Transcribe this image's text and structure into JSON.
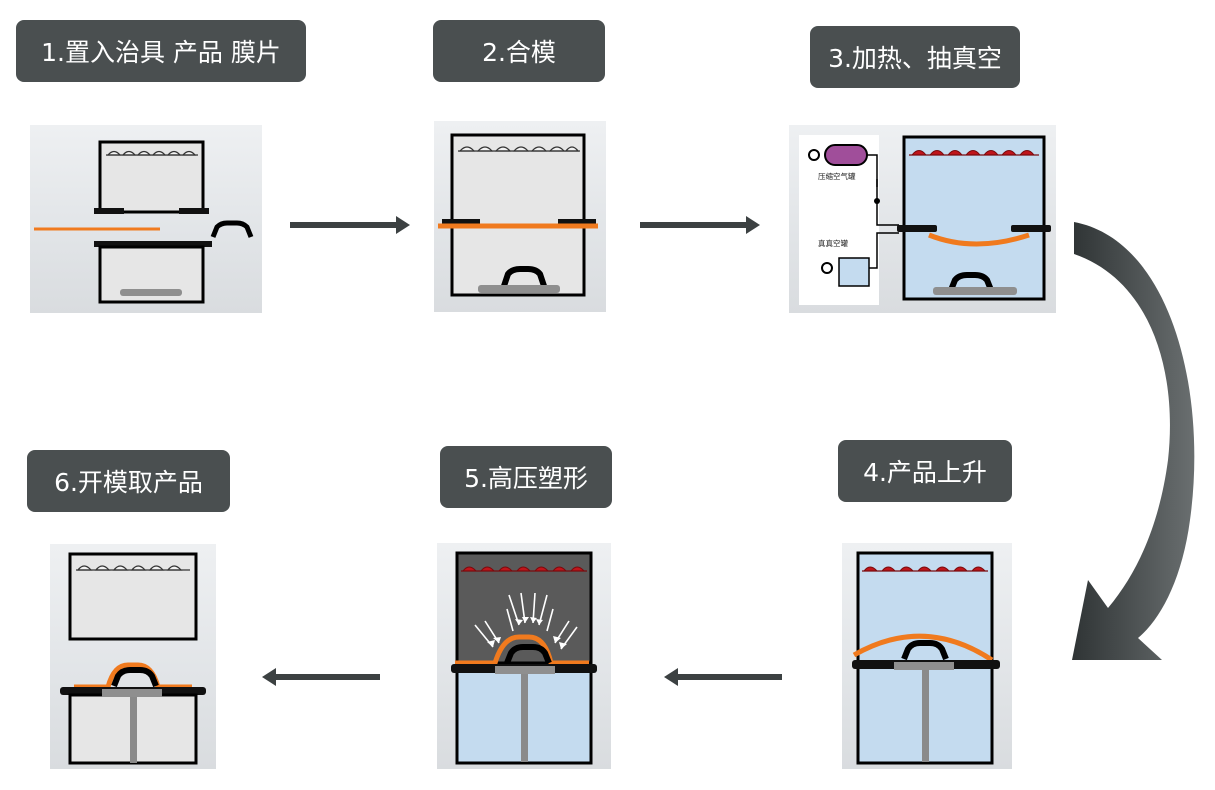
{
  "steps": [
    {
      "id": "step1",
      "label": "1.置入治具 产品 膜片"
    },
    {
      "id": "step2",
      "label": "2.合模"
    },
    {
      "id": "step3",
      "label": "3.加热、抽真空"
    },
    {
      "id": "step4",
      "label": "4.产品上升"
    },
    {
      "id": "step5",
      "label": "5.高压塑形"
    },
    {
      "id": "step6",
      "label": "6.开模取产品"
    }
  ],
  "step3_tags": {
    "air_tank": "压缩空气罐",
    "vacuum_tank": "真真空罐"
  },
  "colors": {
    "label_bg": "#4a4f50",
    "film_orange": "#f07a1e",
    "heater_red": "#c0151b",
    "air_tank_purple": "#a04e9a",
    "chamber_blue": "#c4dbef",
    "chamber_gray": "#d9d9d9",
    "arrow_dark": "#3c4142"
  }
}
